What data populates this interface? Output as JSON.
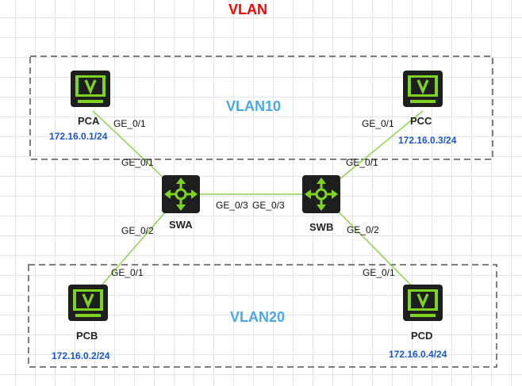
{
  "title": "VLAN",
  "vlans": [
    {
      "id": "vlan10",
      "label": "VLAN10"
    },
    {
      "id": "vlan20",
      "label": "VLAN20"
    }
  ],
  "nodes": [
    {
      "id": "pca",
      "type": "pc",
      "label": "PCA",
      "ip": "172.16.0.1/24"
    },
    {
      "id": "pcb",
      "type": "pc",
      "label": "PCB",
      "ip": "172.16.0.2/24"
    },
    {
      "id": "pcc",
      "type": "pc",
      "label": "PCC",
      "ip": "172.16.0.3/24"
    },
    {
      "id": "pcd",
      "type": "pc",
      "label": "PCD",
      "ip": "172.16.0.4/24"
    },
    {
      "id": "swa",
      "type": "switch",
      "label": "SWA"
    },
    {
      "id": "swb",
      "type": "switch",
      "label": "SWB"
    }
  ],
  "links": [
    {
      "from": "pca",
      "to": "swa",
      "from_port": "GE_0/1",
      "to_port": "GE_0/1"
    },
    {
      "from": "pcb",
      "to": "swa",
      "from_port": "GE_0/1",
      "to_port": "GE_0/2"
    },
    {
      "from": "swa",
      "to": "swb",
      "from_port": "GE_0/3",
      "to_port": "GE_0/3"
    },
    {
      "from": "pcc",
      "to": "swb",
      "from_port": "GE_0/1",
      "to_port": "GE_0/1"
    },
    {
      "from": "pcd",
      "to": "swb",
      "from_port": "GE_0/1",
      "to_port": "GE_0/2"
    }
  ],
  "colors": {
    "title": "#ff0000",
    "vlan_label": "#4da6e8",
    "ip": "#1a56c8",
    "link": "#8fd14f",
    "device_green": "#7ed321",
    "device_dark": "#1e1e1e"
  },
  "icons": {
    "pc": "pc-monitor-icon",
    "switch": "switch-arrows-icon"
  }
}
